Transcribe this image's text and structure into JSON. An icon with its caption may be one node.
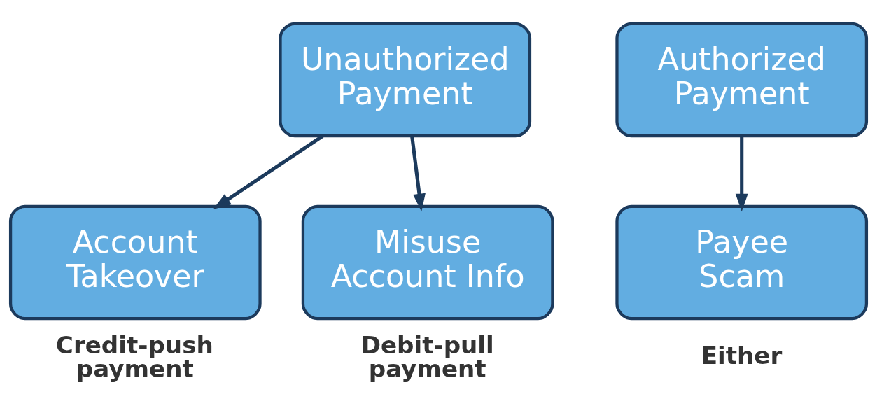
{
  "diagram": {
    "nodes": [
      {
        "text": [
          "Unauthorized Payment"
        ]
      },
      {
        "text": [
          "Account Takeover"
        ],
        "beside": [
          "Credit-push payment"
        ]
      },
      {
        "text": [
          "Misuse Account Info"
        ],
        "beside": [
          "Debit-pull payment"
        ]
      },
      {
        "text": [
          "Authorized Payment"
        ]
      },
      {
        "text": [
          "Payee Scam"
        ],
        "beside": [
          "Either"
        ]
      }
    ],
    "edges": [
      {
        "from": 0,
        "to": 1,
        "arrow": "to"
      },
      {
        "from": 0,
        "to": 2,
        "arrow": "to"
      },
      {
        "from": 3,
        "to": 4,
        "arrow": "to"
      }
    ]
  }
}
